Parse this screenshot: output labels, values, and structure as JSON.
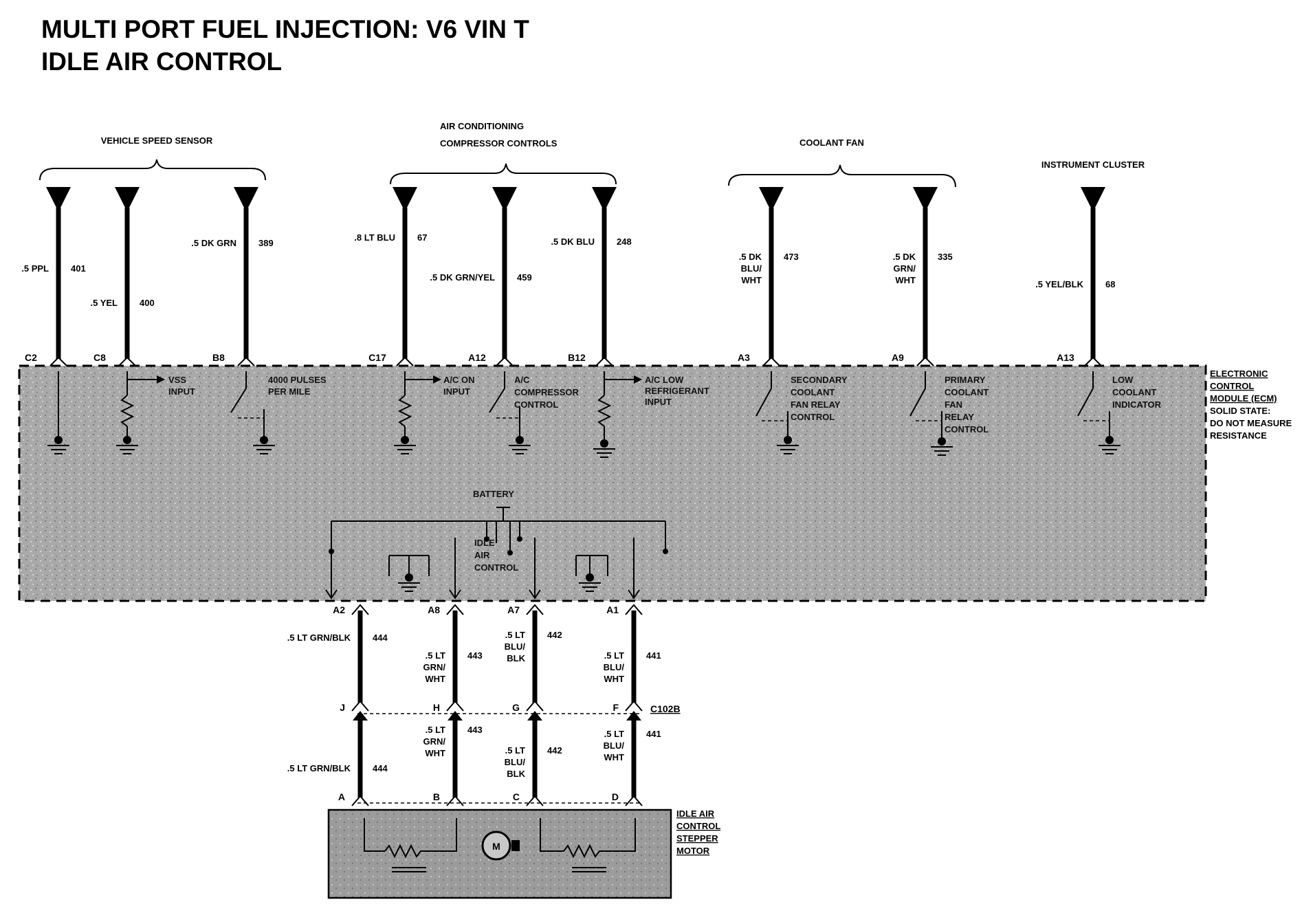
{
  "title": {
    "line1": "MULTI PORT FUEL INJECTION: V6 VIN T",
    "line2": "IDLE AIR CONTROL"
  },
  "groups": {
    "vss": "VEHICLE SPEED SENSOR",
    "ac_line1": "AIR CONDITIONING",
    "ac_line2": "COMPRESSOR CONTROLS",
    "fan": "COOLANT FAN",
    "ic": "INSTRUMENT CLUSTER"
  },
  "upper_wires": [
    {
      "color": [
        ".5 PPL"
      ],
      "circuit": "401",
      "pin": "C2"
    },
    {
      "color": [
        ".5 YEL"
      ],
      "circuit": "400",
      "pin": "C8"
    },
    {
      "color": [
        ".5 DK GRN"
      ],
      "circuit": "389",
      "pin": "B8"
    },
    {
      "color": [
        ".8 LT BLU"
      ],
      "circuit": "67",
      "pin": "C17"
    },
    {
      "color": [
        ".5 DK GRN/YEL"
      ],
      "circuit": "459",
      "pin": "A12"
    },
    {
      "color": [
        ".5 DK BLU"
      ],
      "circuit": "248",
      "pin": "B12"
    },
    {
      "color": [
        ".5 DK",
        "BLU/",
        "WHT"
      ],
      "circuit": "473",
      "pin": "A3"
    },
    {
      "color": [
        ".5 DK",
        "GRN/",
        "WHT"
      ],
      "circuit": "335",
      "pin": "A9"
    },
    {
      "color": [
        ".5 YEL/BLK"
      ],
      "circuit": "68",
      "pin": "A13"
    }
  ],
  "ecm_signals": {
    "vss_input": [
      "VSS",
      "INPUT"
    ],
    "pulses": [
      "4000 PULSES",
      "PER MILE"
    ],
    "ac_on": [
      "A/C ON",
      "INPUT"
    ],
    "ac_comp": [
      "A/C",
      "COMPRESSOR",
      "CONTROL"
    ],
    "ac_low": [
      "A/C LOW",
      "REFRIGERANT",
      "INPUT"
    ],
    "secondary": [
      "SECONDARY",
      "COOLANT",
      "FAN RELAY",
      "CONTROL"
    ],
    "primary": [
      "PRIMARY",
      "COOLANT",
      "FAN",
      "RELAY",
      "CONTROL"
    ],
    "low_coolant": [
      "LOW",
      "COOLANT",
      "INDICATOR"
    ],
    "battery": "BATTERY",
    "iac": [
      "IDLE",
      "AIR",
      "CONTROL"
    ]
  },
  "ecm_label": [
    "ELECTRONIC",
    "CONTROL",
    "MODULE (ECM)",
    "SOLID STATE:",
    "DO NOT MEASURE",
    "RESISTANCE"
  ],
  "lower_wires": [
    {
      "pin": "A2",
      "color_top": [
        ".5 LT GRN/BLK"
      ],
      "circuit_top": "444",
      "conn_pin": "J",
      "color_bot": [
        ".5 LT GRN/BLK"
      ],
      "circuit_bot": "444",
      "motor_pin": "A"
    },
    {
      "pin": "A8",
      "color_top": [
        ".5 LT",
        "GRN/",
        "WHT"
      ],
      "circuit_top": "443",
      "conn_pin": "H",
      "color_bot": [
        ".5 LT",
        "GRN/",
        "WHT"
      ],
      "circuit_bot": "443",
      "motor_pin": "B"
    },
    {
      "pin": "A7",
      "color_top": [
        ".5 LT",
        "BLU/",
        "BLK"
      ],
      "circuit_top": "442",
      "conn_pin": "G",
      "color_bot": [
        ".5 LT",
        "BLU/",
        "BLK"
      ],
      "circuit_bot": "442",
      "motor_pin": "C"
    },
    {
      "pin": "A1",
      "color_top": [
        ".5 LT",
        "BLU/",
        "WHT"
      ],
      "circuit_top": "441",
      "conn_pin": "F",
      "color_bot": [
        ".5 LT",
        "BLU/",
        "WHT"
      ],
      "circuit_bot": "441",
      "motor_pin": "D"
    }
  ],
  "connector": "C102B",
  "motor_label": [
    "IDLE AIR",
    "CONTROL",
    "STEPPER",
    "MOTOR"
  ],
  "motor_symbol": "M",
  "colors": {
    "ecm_fill": "#a9a9a9",
    "motor_fill": "#9c9c9c",
    "ink": "#000000"
  }
}
